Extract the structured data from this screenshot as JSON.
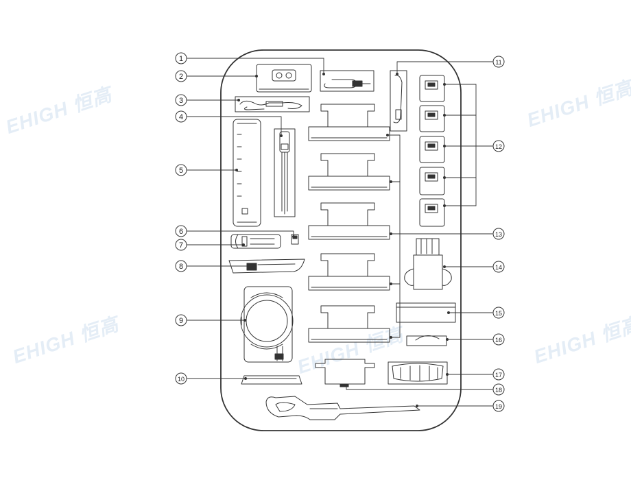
{
  "watermark": {
    "text": "EHIGH 恒高"
  },
  "callouts": [
    "1",
    "2",
    "3",
    "4",
    "5",
    "6",
    "7",
    "8",
    "9",
    "10",
    "11",
    "12",
    "13",
    "14",
    "15",
    "16",
    "17",
    "18",
    "19"
  ],
  "colors": {
    "stroke": "#333333",
    "background": "#ffffff",
    "watermark": "#dbe7f4"
  }
}
